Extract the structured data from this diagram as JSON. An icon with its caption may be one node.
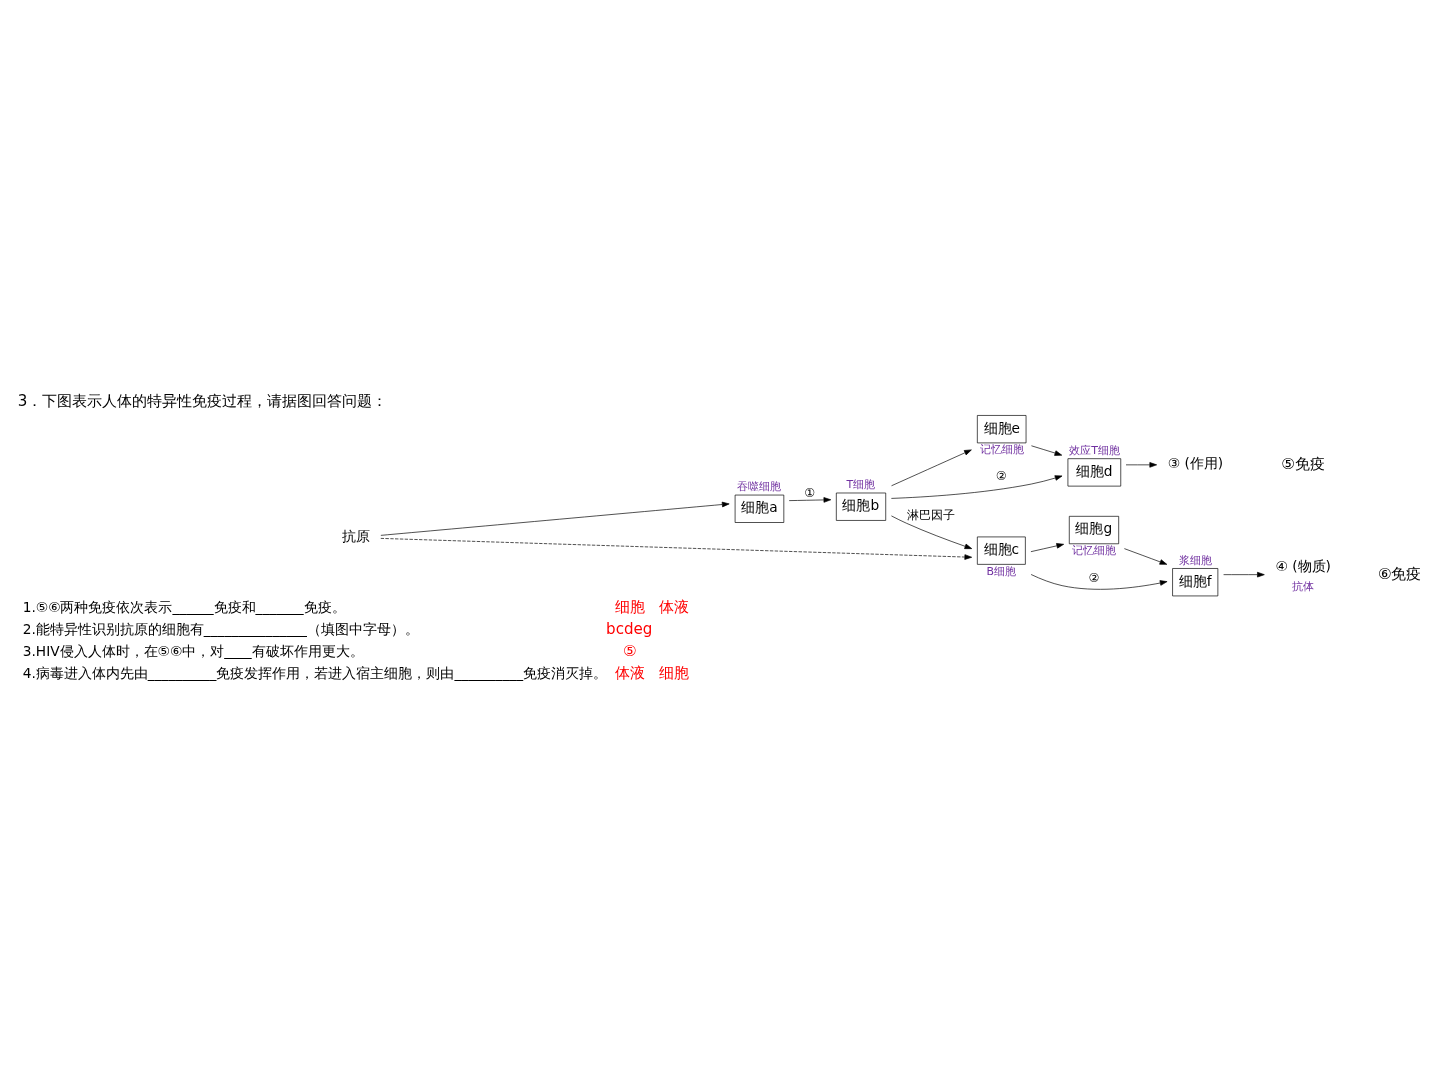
{
  "diagram": {
    "title": "3．下图表示人体的特异性免疫过程，请据图回答问题：",
    "nodes": [
      {
        "text": [
          "抗原"
        ]
      },
      {
        "text": [
          "细胞a"
        ],
        "beside": [
          "吞噬细胞"
        ]
      },
      {
        "text": [
          "细胞b"
        ],
        "beside": [
          "T细胞"
        ]
      },
      {
        "text": [
          "细胞e"
        ],
        "beside": [
          "记忆细胞"
        ]
      },
      {
        "text": [
          "细胞d"
        ],
        "beside": [
          "效应T细胞"
        ]
      },
      {
        "text": [
          "③ (作用)"
        ]
      },
      {
        "text": [
          "细胞c"
        ],
        "beside": [
          "B细胞"
        ]
      },
      {
        "text": [
          "细胞g"
        ],
        "beside": [
          "记忆细胞"
        ]
      },
      {
        "text": [
          "细胞f"
        ],
        "beside": [
          "浆细胞"
        ]
      },
      {
        "text": [
          "④ (物质)"
        ],
        "beside": [
          "抗体"
        ]
      }
    ],
    "edges": [
      {
        "from": 0,
        "to": 1,
        "arrow": "to"
      },
      {
        "from": 1,
        "to": 2,
        "arrow": "to",
        "label": "①"
      },
      {
        "from": 2,
        "to": 4,
        "arrow": "to",
        "label": "②"
      },
      {
        "from": 2,
        "to": 3,
        "arrow": "to"
      },
      {
        "from": 3,
        "to": 4,
        "arrow": "to"
      },
      {
        "from": 4,
        "to": 5,
        "arrow": "to"
      },
      {
        "from": 2,
        "to": 6,
        "arrow": "to",
        "label": "淋巴因子"
      },
      {
        "from": 0,
        "to": 6,
        "arrow": "to",
        "style": "dashed"
      },
      {
        "from": 6,
        "to": 8,
        "arrow": "to",
        "label": "②"
      },
      {
        "from": 6,
        "to": 7,
        "arrow": "to"
      },
      {
        "from": 7,
        "to": 8,
        "arrow": "to"
      },
      {
        "from": 8,
        "to": 9,
        "arrow": "to"
      }
    ],
    "labels": [
      "⑤免疫",
      "⑥免疫",
      "1.⑤⑥两种免疫依次表示______免疫和_______免疫。",
      "细胞",
      "体液",
      "2.能特异性识别抗原的细胞有_______________（填图中字母）。",
      "bcdeg",
      "3.HIV侵入人体时，在⑤⑥中，对____有破坏作用更大。",
      "⑤",
      "4.病毒进入体内先由__________免疫发挥作用，若进入宿主细胞，则由__________免疫消灭掉。",
      "体液",
      "细胞"
    ]
  }
}
